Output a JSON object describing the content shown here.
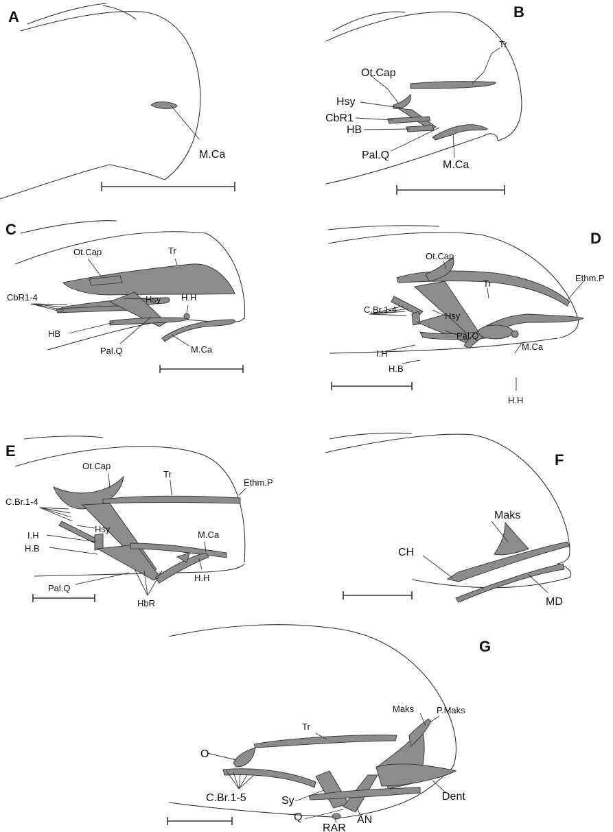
{
  "panels": {
    "A": {
      "label": "A",
      "structures": [
        "M.Ca"
      ]
    },
    "B": {
      "label": "B",
      "structures": [
        "Tr",
        "Ot.Cap",
        "Hsy",
        "CbR1",
        "HB",
        "Pal.Q",
        "M.Ca"
      ]
    },
    "C": {
      "label": "C",
      "structures": [
        "Ot.Cap",
        "Tr",
        "Hsy",
        "CbR1-4",
        "H.H",
        "HB",
        "Pal.Q",
        "M.Ca"
      ]
    },
    "D": {
      "label": "D",
      "structures": [
        "Ot.Cap",
        "Tr",
        "Ethm.P",
        "C.Br.1-4",
        "Hsy",
        "Pal.Q",
        "M.Ca",
        "I.H",
        "H.B",
        "H.H"
      ]
    },
    "E": {
      "label": "E",
      "structures": [
        "Ot.Cap",
        "Tr",
        "Ethm.P",
        "C.Br.1-4",
        "Hsy",
        "I.H",
        "M.Ca",
        "H.B",
        "Pal.Q",
        "H.H",
        "HbR"
      ]
    },
    "F": {
      "label": "F",
      "structures": [
        "Maks",
        "CH",
        "MD"
      ]
    },
    "G": {
      "label": "G",
      "structures": [
        "Tr",
        "Maks",
        "P.Maks",
        "O",
        "C.Br.1-5",
        "Sy",
        "Dent",
        "Q",
        "AN",
        "RAR"
      ]
    }
  },
  "colors": {
    "bone_fill": "#8c8c8c",
    "bone_stroke": "#3a3a3a",
    "outline": "#333333"
  }
}
